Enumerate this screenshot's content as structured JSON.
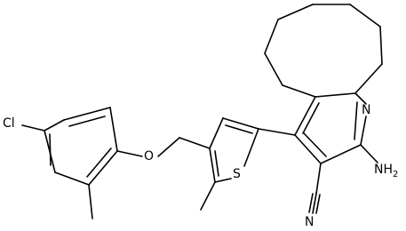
{
  "atom_labels": {
    "chlorine": "Cl",
    "ether_oxygen": "O",
    "thiophene_sulfur": "S",
    "pyridine_nitrogen": "N",
    "amino_group": "NH",
    "amino_subscript": "2",
    "nitrile_nitrogen": "N"
  },
  "colors": {
    "bond": "#000000",
    "label": "#000000",
    "background": "#ffffff"
  }
}
